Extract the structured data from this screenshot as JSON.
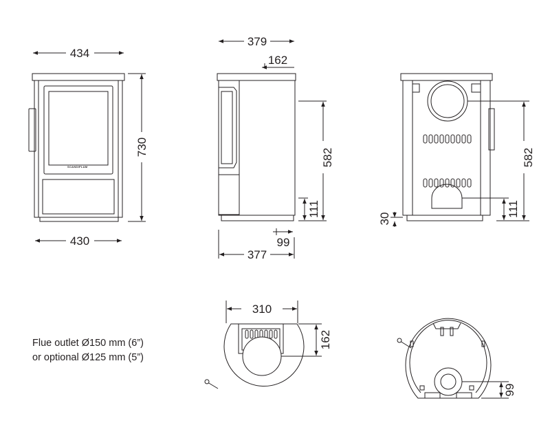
{
  "dimensions": {
    "front_top_width": "434",
    "front_bottom_width": "430",
    "front_height": "730",
    "side_top_depth": "379",
    "side_top_offset": "162",
    "side_height": "582",
    "side_low_height": "111",
    "side_bottom_offset": "99",
    "side_bottom_depth": "377",
    "rear_low": "30",
    "rear_height": "582",
    "rear_low_height": "111",
    "top_width": "310",
    "top_depth": "162",
    "bottom_offset": "99"
  },
  "brand_label": "SCANDIFLAM",
  "notes": {
    "line1": "Flue outlet Ø150 mm (6”)",
    "line2": "or optional Ø125 mm (5”)"
  },
  "colors": {
    "line": "#231f20",
    "background": "#ffffff"
  }
}
